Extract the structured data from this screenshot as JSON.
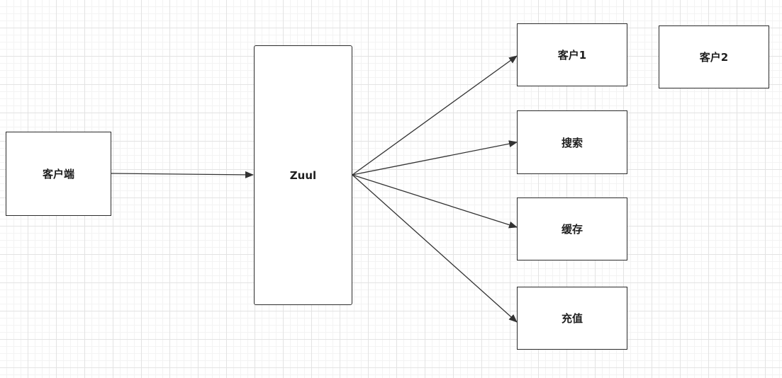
{
  "nodes": {
    "client": {
      "label": "客户端"
    },
    "zuul": {
      "label": "Zuul"
    },
    "customer1": {
      "label": "客户1"
    },
    "customer2": {
      "label": "客户2"
    },
    "search": {
      "label": "搜索"
    },
    "cache": {
      "label": "缓存"
    },
    "recharge": {
      "label": "充值"
    }
  },
  "edges": [
    {
      "from": "client",
      "to": "zuul"
    },
    {
      "from": "zuul",
      "to": "customer1"
    },
    {
      "from": "zuul",
      "to": "search"
    },
    {
      "from": "zuul",
      "to": "cache"
    },
    {
      "from": "zuul",
      "to": "recharge"
    }
  ],
  "colors": {
    "stroke": "#333333",
    "grid_major": "#e3e3e3",
    "grid_minor": "#f3f3f3"
  }
}
